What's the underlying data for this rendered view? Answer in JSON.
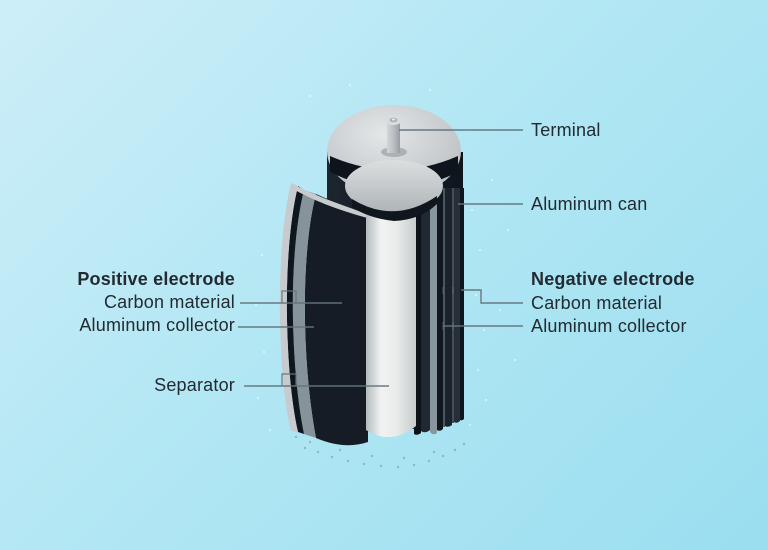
{
  "diagram": {
    "callouts": {
      "terminal": "Terminal",
      "aluminum_can": "Aluminum can",
      "separator": "Separator"
    },
    "positive": {
      "heading": "Positive electrode",
      "carbon": "Carbon material",
      "collector": "Aluminum collector"
    },
    "negative": {
      "heading": "Negative electrode",
      "carbon": "Carbon material",
      "collector": "Aluminum collector"
    },
    "colors": {
      "background_top": "#cdeef8",
      "background_bottom": "#9adef0",
      "can_dark": "#161d26",
      "collector_gray": "#86939b",
      "cap_gray": "#c9cdd0",
      "separator_white": "#eff1f1",
      "leader_line": "#64747e",
      "text": "#232a31"
    }
  }
}
